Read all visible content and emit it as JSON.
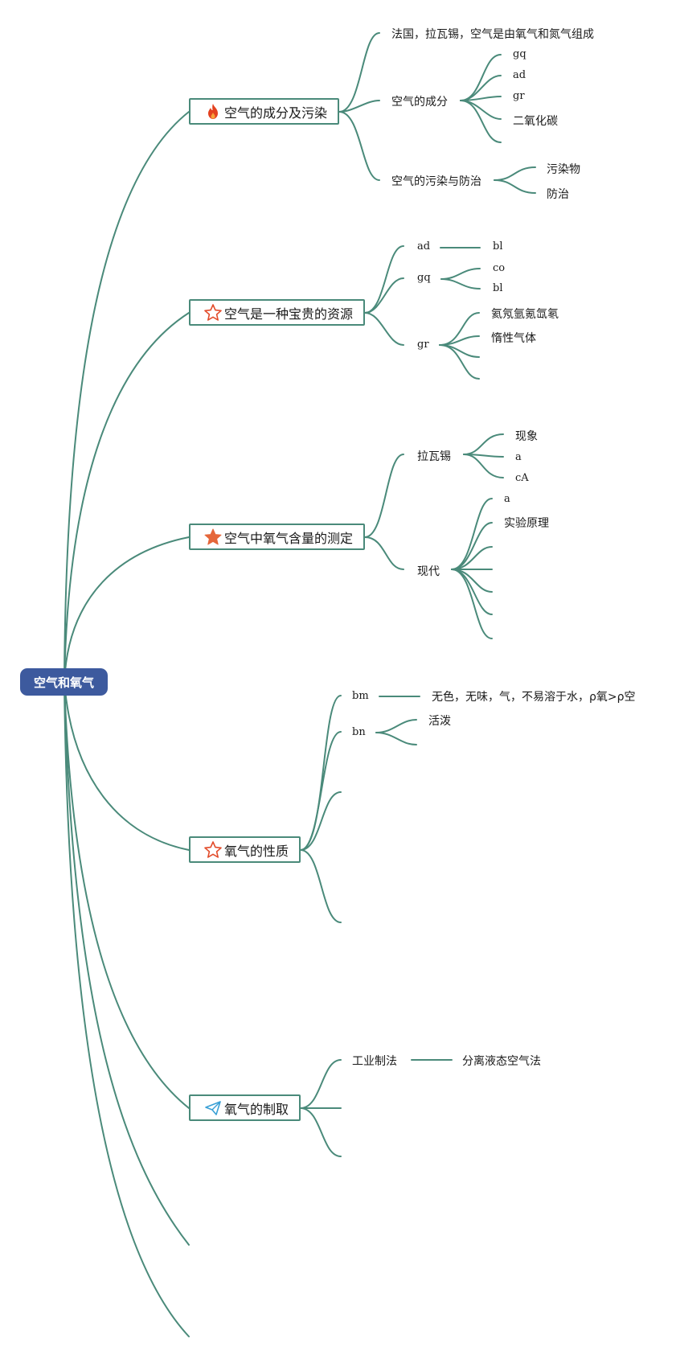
{
  "root": {
    "label": "空气和氧气"
  },
  "topics": [
    {
      "label": "空气的成分及污染",
      "icon": "fire-icon",
      "children": [
        {
          "label": "法国，拉瓦锡，空气是由氧气和氮气组成"
        },
        {
          "label": "空气的成分",
          "children": [
            "gq",
            "ad",
            "gr",
            "二氧化碳",
            ""
          ]
        },
        {
          "label": "空气的污染与防治",
          "children": [
            "污染物",
            "防治"
          ]
        }
      ]
    },
    {
      "label": "空气是一种宝贵的资源",
      "icon": "star-outline-icon",
      "children": [
        {
          "label": "ad",
          "children": [
            "bl"
          ]
        },
        {
          "label": "gq",
          "children": [
            "co",
            "bl"
          ]
        },
        {
          "label": "gr",
          "children": [
            "氦氖氩氪氙氡",
            "惰性气体",
            "",
            ""
          ]
        }
      ]
    },
    {
      "label": "空气中氧气含量的测定",
      "icon": "star-filled-icon",
      "children": [
        {
          "label": "拉瓦锡",
          "children": [
            "现象",
            "a",
            "cA"
          ]
        },
        {
          "label": "现代",
          "children": [
            "a",
            "实验原理",
            "",
            "",
            "",
            "",
            ""
          ]
        }
      ]
    },
    {
      "label": "氧气的性质",
      "icon": "star-outline-icon",
      "children": [
        {
          "label": "bm",
          "children": [
            "无色，无味，气，不易溶于水，ρ氧>ρ空"
          ]
        },
        {
          "label": "bn",
          "children": [
            "活泼",
            ""
          ]
        },
        {
          "label": ""
        },
        {
          "label": ""
        }
      ]
    },
    {
      "label": "氧气的制取",
      "icon": "paper-plane-icon",
      "children": [
        {
          "label": "工业制法",
          "children": [
            "分离液态空气法"
          ]
        },
        {
          "label": ""
        },
        {
          "label": ""
        }
      ]
    },
    {
      "label": ""
    },
    {
      "label": ""
    }
  ],
  "colors": {
    "link": "#4a8a7a",
    "root_fill": "#3d5a9e",
    "root_text": "#ffffff",
    "topic_border": "#4a8a7a",
    "fire": "#e4411f",
    "star_outline": "#e24b2a",
    "star_filled": "#e5673a",
    "plane": "#3aa0d6"
  }
}
